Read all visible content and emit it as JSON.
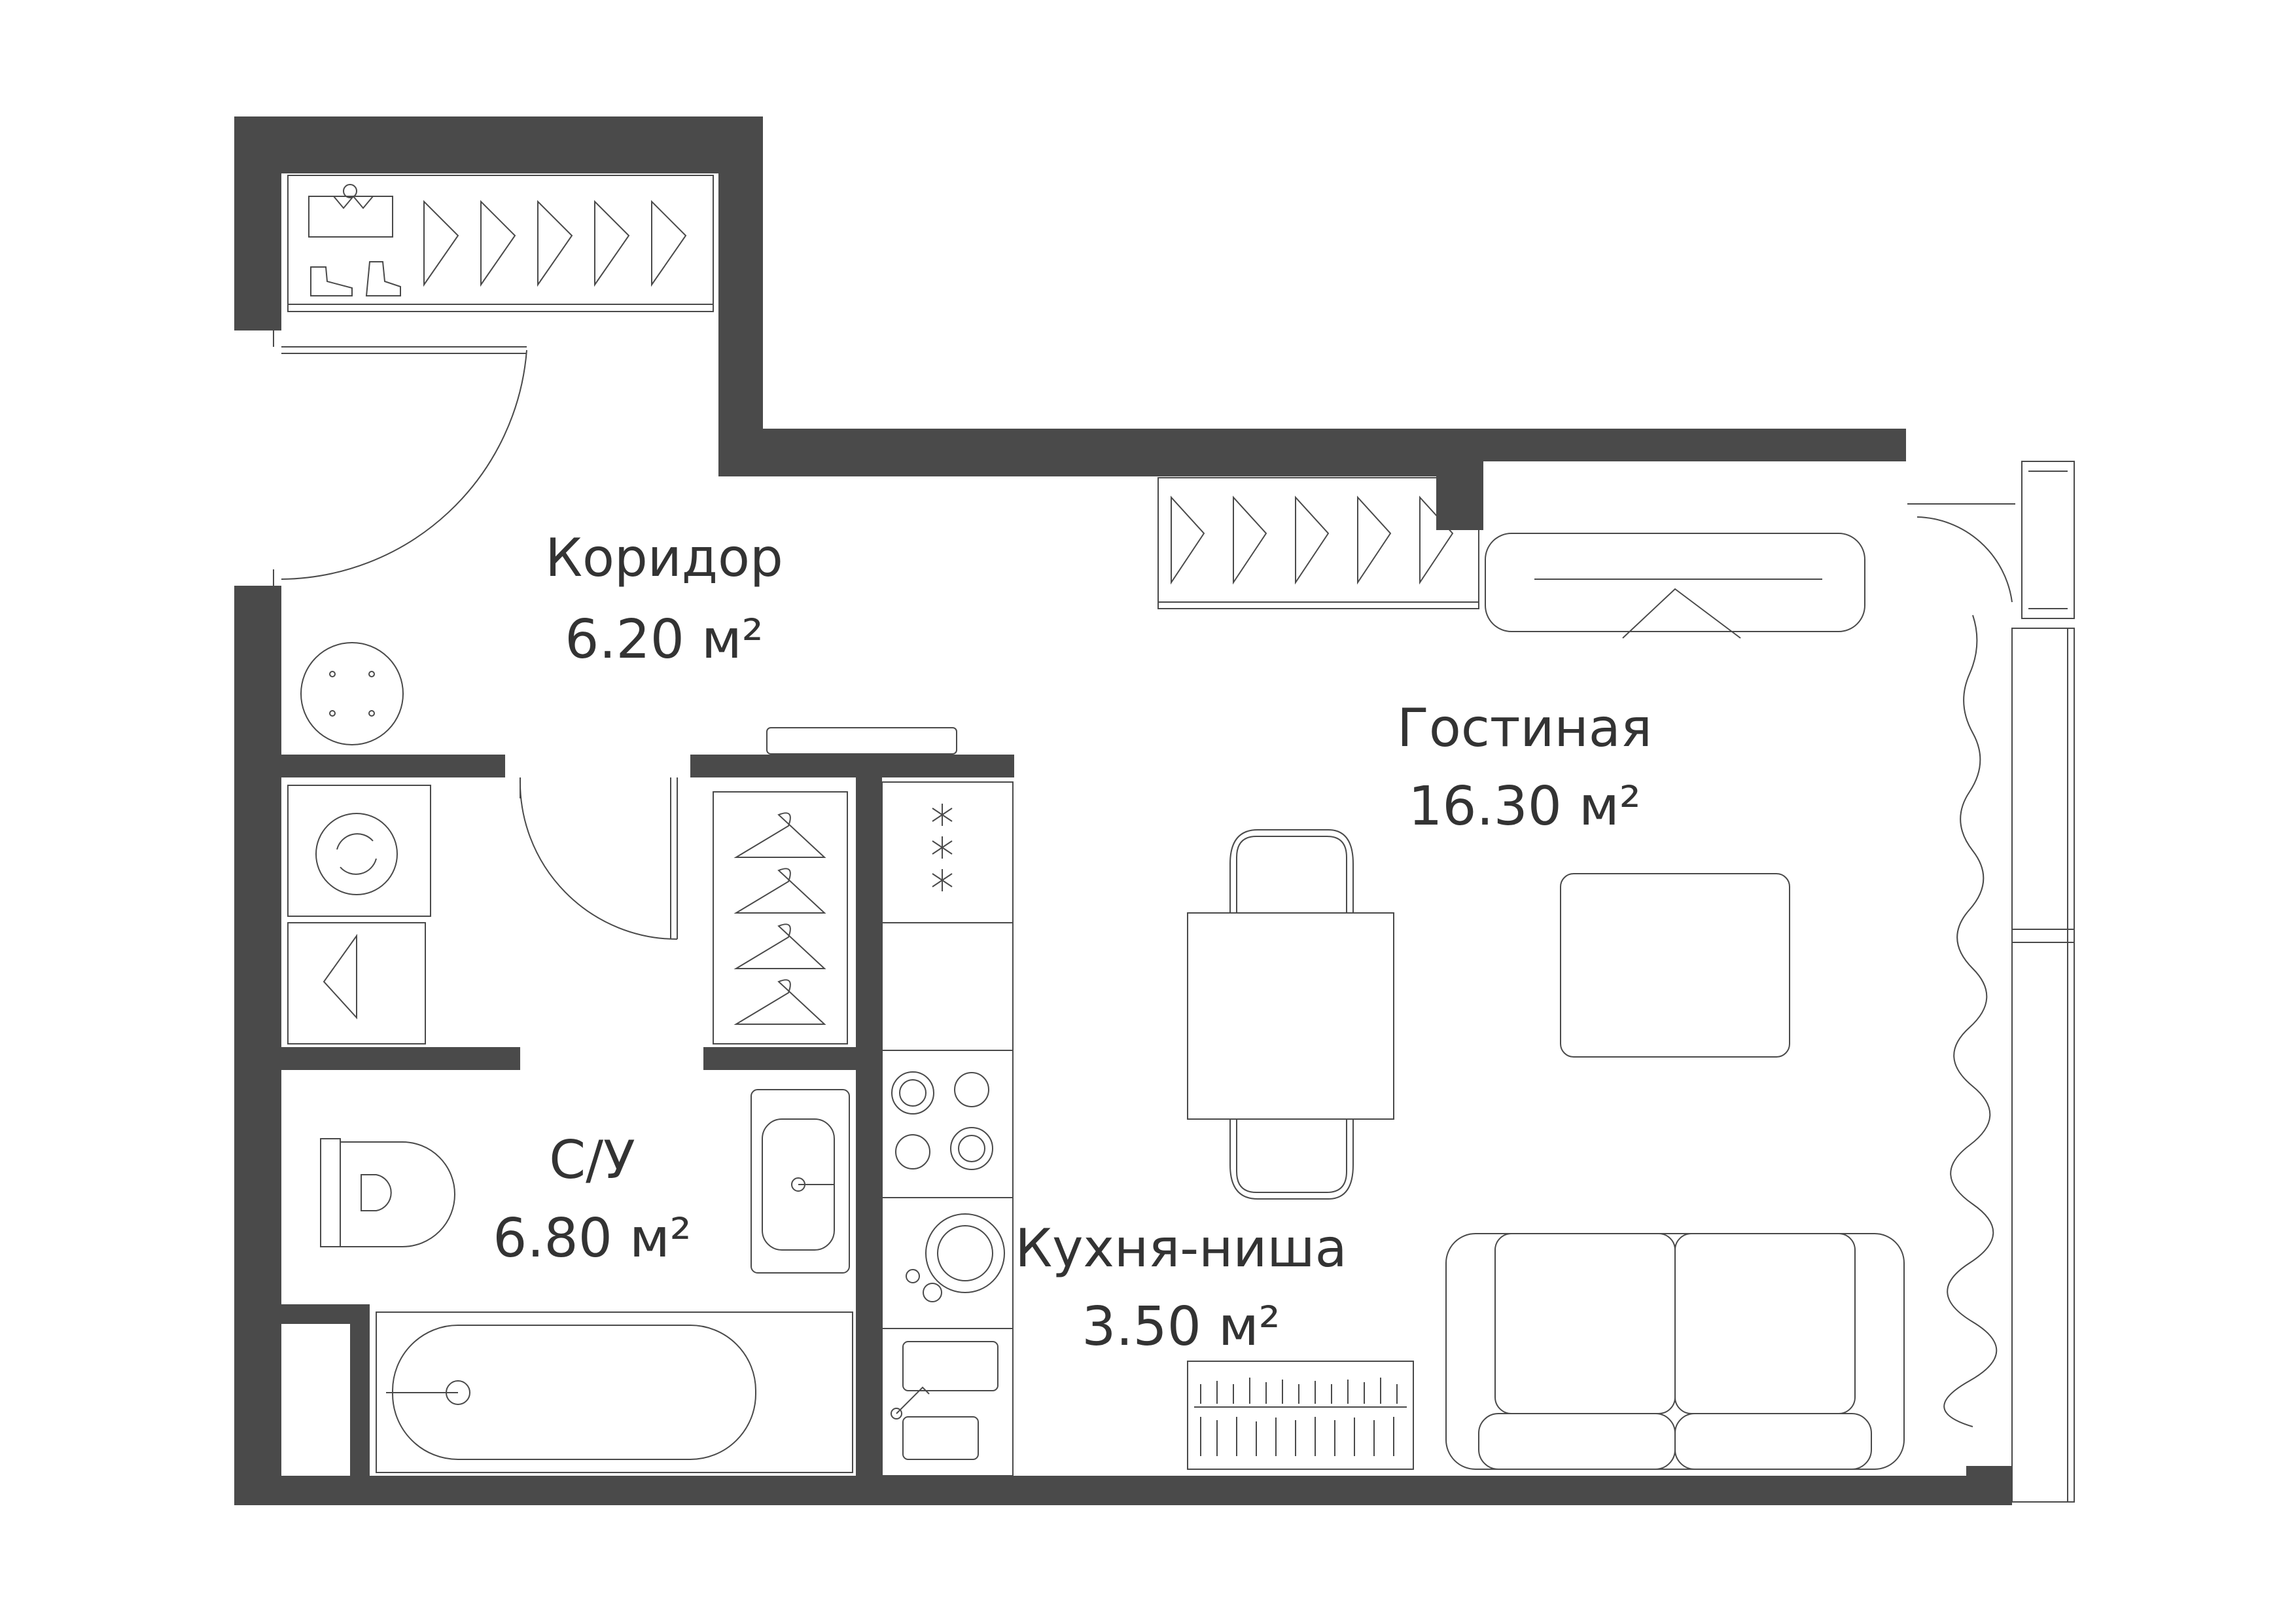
{
  "rooms": {
    "corridor": {
      "name": "Коридор",
      "area": "6.20 м²"
    },
    "living": {
      "name": "Гостиная",
      "area": "16.30 м²"
    },
    "bathroom": {
      "name": "С/У",
      "area": "6.80 м²"
    },
    "kitchen": {
      "name": "Кухня-ниша",
      "area": "3.50 м²"
    }
  },
  "colors": {
    "wall": "#4a4a4a",
    "background": "#ffffff",
    "text": "#333333"
  }
}
